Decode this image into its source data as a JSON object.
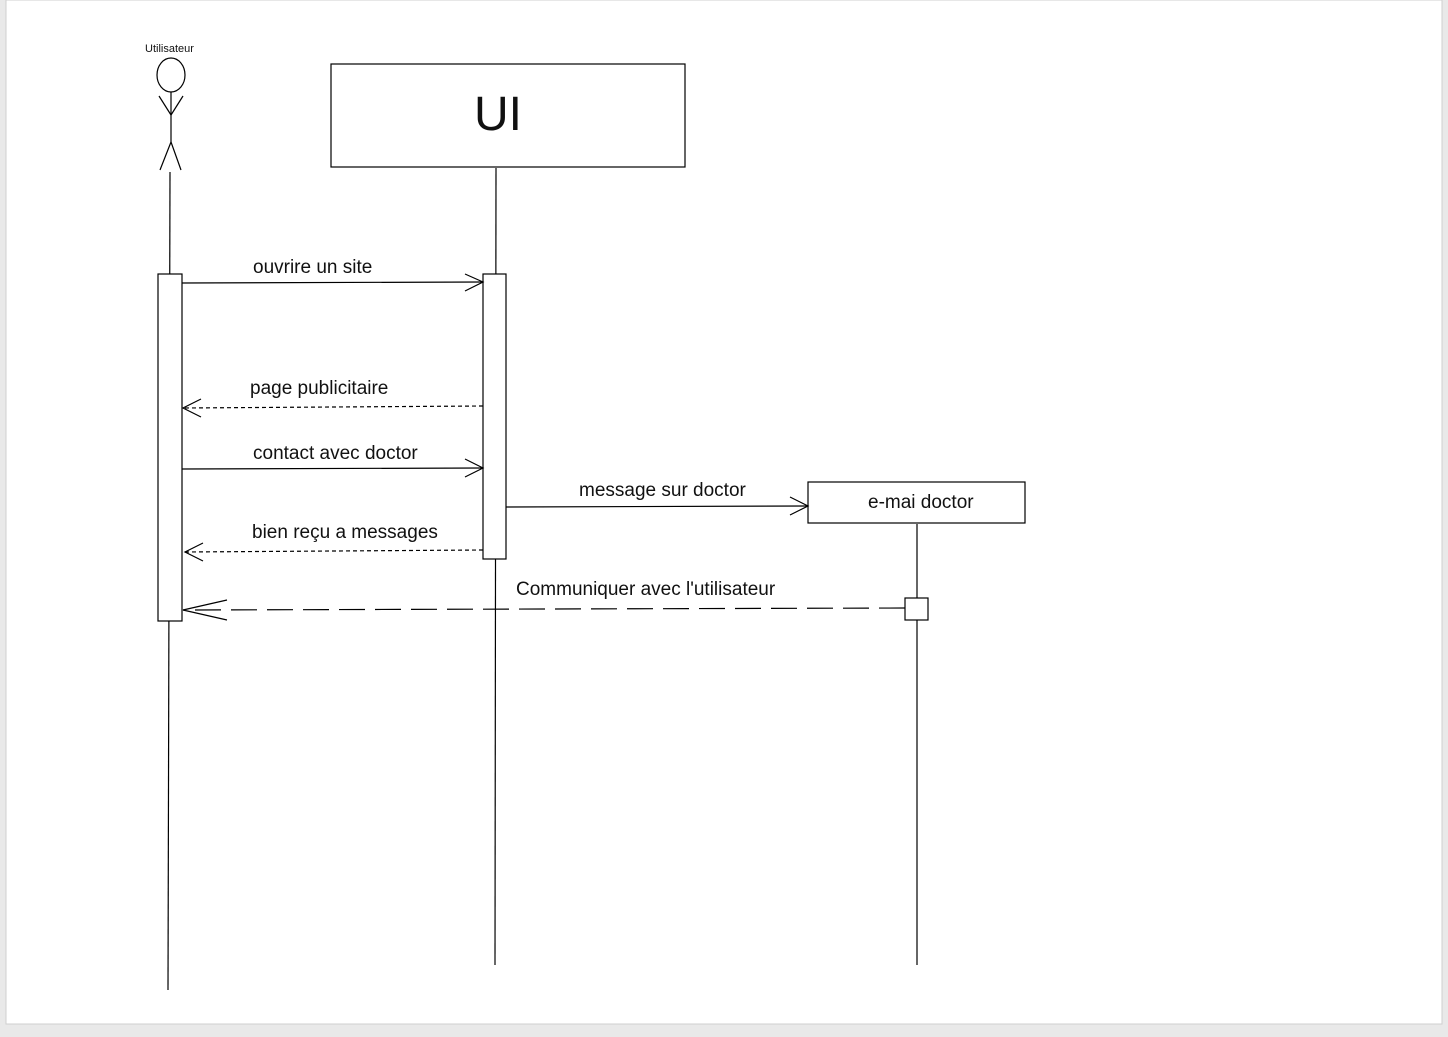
{
  "diagram": {
    "actor": {
      "name": "Utilisateur"
    },
    "ui_box": {
      "title": "UI"
    },
    "email_box": {
      "title": "e-mai doctor"
    },
    "messages": [
      {
        "label": "ouvrire un site",
        "style": "solid"
      },
      {
        "label": "page publicitaire",
        "style": "dashed"
      },
      {
        "label": "contact avec doctor",
        "style": "solid"
      },
      {
        "label": "message sur doctor",
        "style": "solid"
      },
      {
        "label": "bien reçu a messages",
        "style": "dashed"
      },
      {
        "label": "Communiquer avec l'utilisateur",
        "style": "long-dashed"
      }
    ]
  }
}
